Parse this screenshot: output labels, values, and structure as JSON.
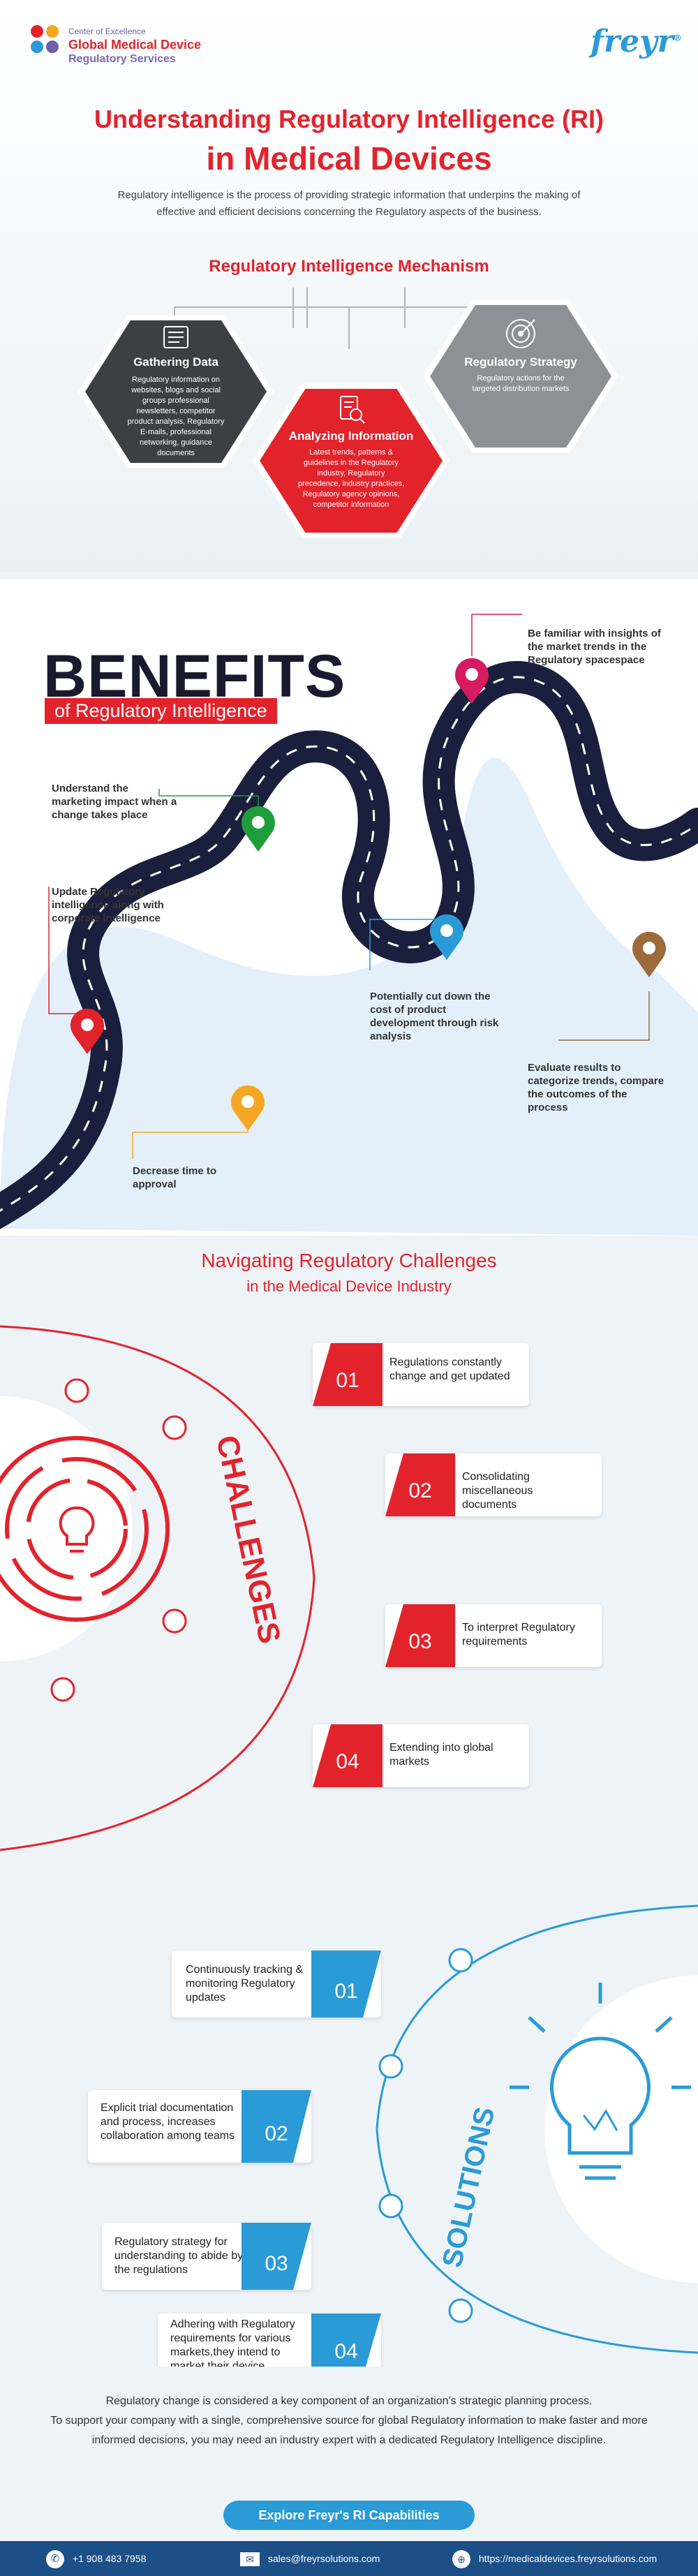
{
  "header": {
    "coe_label": "Center of Excellence",
    "coe_title": "Global Medical Device",
    "coe_subtitle": "Regulatory Services",
    "brand": "freyr",
    "title_line1": "Understanding Regulatory Intelligence (RI)",
    "title_line2": "in Medical Devices",
    "intro": "Regulatory intelligence is the process of providing strategic information that underpins the making of effective and efficient decisions concerning the Regulatory aspects of the business."
  },
  "mechanism": {
    "title": "Regulatory Intelligence Mechanism",
    "items": [
      {
        "title": "Gathering Data",
        "text": "Regulatory information on websites, blogs and social groups professional newsletters, competitor product analysis, Regulatory E-mails, professional networking, guidance documents",
        "icon": "database-icon"
      },
      {
        "title": "Analyzing Information",
        "text": "Latest trends, patterns & guidelines in the Regulatory industry, Regulatory precedence, industry practices, Regulatory agency opinions, competitor information",
        "icon": "document-search-icon"
      },
      {
        "title": "Regulatory Strategy",
        "text": "Regulatory actions for the targeted distribution markets",
        "icon": "target-icon"
      }
    ]
  },
  "benefits": {
    "title": "BENEFITS",
    "subtitle": "of Regulatory Intelligence",
    "notes": [
      "Be familiar with insights of the market trends in the Regulatory spacespace",
      "Understand the marketing impact when a change takes place",
      "Update Regulatory intelligence along with corporate intelligence",
      "Potentially cut down the cost of product development through risk analysis",
      "Evaluate results to categorize trends, compare the outcomes of the process",
      "Decrease time to approval"
    ],
    "colors": {
      "pink": "#d81b60",
      "green": "#1e9e3a",
      "blue": "#2a9bd6",
      "brown": "#9c6b3c",
      "red": "#e3232c",
      "orange": "#f5a623"
    }
  },
  "challenges": {
    "title": "Navigating Regulatory Challenges",
    "subtitle": "in the Medical Device Industry",
    "label": "CHALLENGES",
    "items": [
      {
        "num": "01",
        "text": "Regulations constantly change and get updated"
      },
      {
        "num": "02",
        "text": "Consolidating miscellaneous documents"
      },
      {
        "num": "03",
        "text": "To interpret Regulatory requirements"
      },
      {
        "num": "04",
        "text": "Extending into global markets"
      }
    ],
    "color": "#e3232c"
  },
  "solutions": {
    "label": "SOLUTIONS",
    "items": [
      {
        "num": "01",
        "text": "Continuously tracking & monitoring Regulatory updates"
      },
      {
        "num": "02",
        "text": "Explicit trial documentation and process, increases collaboration among teams"
      },
      {
        "num": "03",
        "text": "Regulatory strategy for understanding to abide by the regulations"
      },
      {
        "num": "04",
        "text": "Adhering with Regulatory requirements for various markets,they intend to market their device"
      }
    ],
    "color": "#2a9bd6"
  },
  "footer": {
    "line1": "Regulatory change is considered a key component of an organization's strategic planning process.",
    "line2": "To support your company with a single, comprehensive source for global Regulatory information to make faster and more informed decisions, you may need an industry expert with a dedicated Regulatory Intelligence discipline.",
    "cta": "Explore Freyr's RI Capabilities",
    "phone": "+1 908 483 7958",
    "email": "sales@freyrsolutions.com",
    "website": "https://medicaldevices.freyrsolutions.com"
  }
}
